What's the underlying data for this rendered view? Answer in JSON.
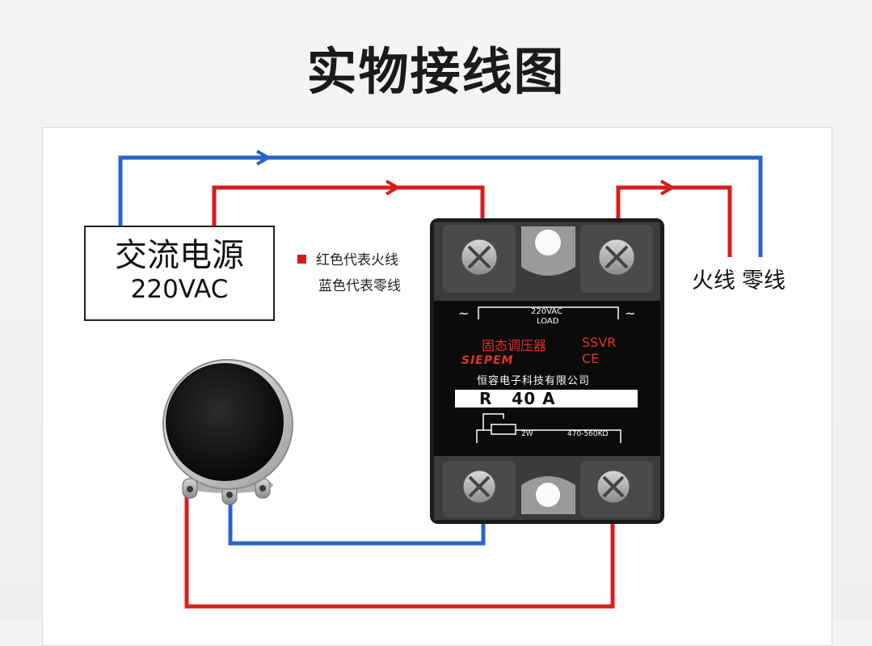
{
  "page": {
    "title": "实物接线图"
  },
  "power_source": {
    "name": "交流电源",
    "voltage": "220VAC"
  },
  "legend": {
    "red": "红色代表火线",
    "blue": "蓝色代表零线"
  },
  "line_labels": {
    "live": "火线",
    "neutral": "零线"
  },
  "ssr": {
    "top_voltage": "220VAC",
    "top_load": "LOAD",
    "tilde_left": "~",
    "tilde_right": "~",
    "name_cn": "固态调压器",
    "name_en": "SSVR",
    "brand": "SIEPEM",
    "ce_mark": "CE",
    "company": "恒容电子科技有限公司",
    "model": "R   40 A",
    "pot_power": "2W",
    "pot_range": "470-560KΩ"
  },
  "colors": {
    "live_wire": "#d41f1f",
    "neutral_wire": "#2a63c9",
    "ssr_label": "#0b0b0b",
    "ssr_red_text": "#e0322b"
  }
}
